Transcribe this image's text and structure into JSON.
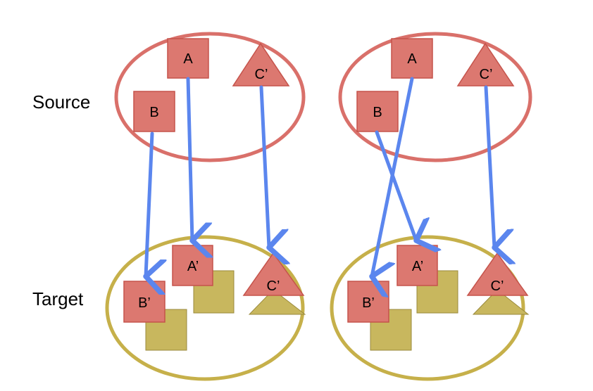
{
  "labels": {
    "source": "Source",
    "target": "Target"
  },
  "nodes": {
    "a": "A",
    "b": "B",
    "c_prime": "C’",
    "a_prime": "A’",
    "b_prime": "B’"
  },
  "colors": {
    "source_ellipse": "#d9706a",
    "target_ellipse": "#c6b04a",
    "red_node_fill": "#dc7870",
    "red_node_stroke": "#c5534b",
    "olive_node_fill": "#c8b75e",
    "olive_node_stroke": "#9a8a3c",
    "arrow": "#5b86ee"
  }
}
